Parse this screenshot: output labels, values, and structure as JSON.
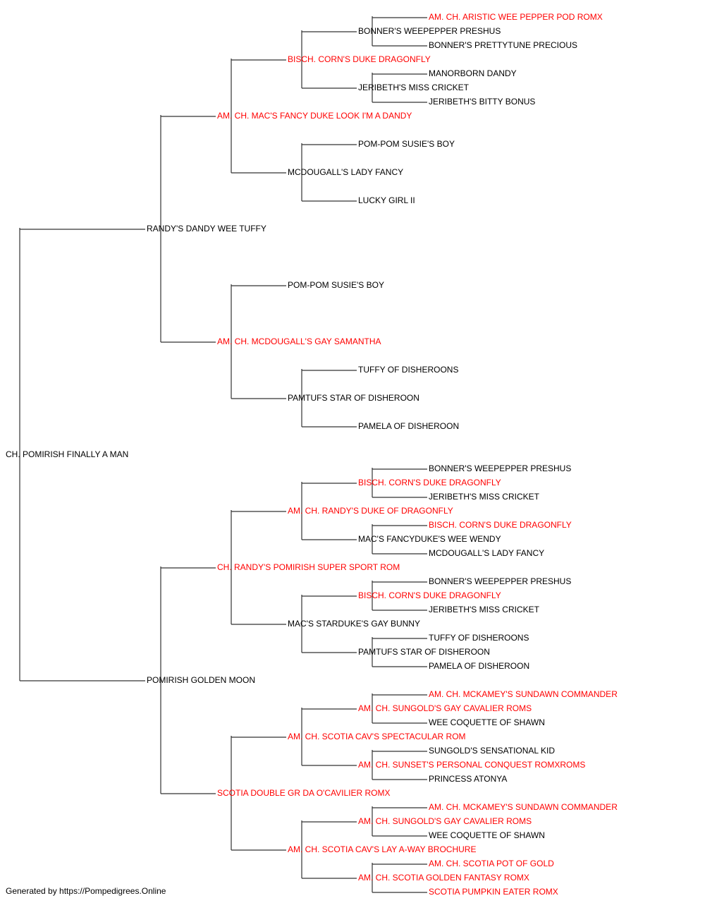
{
  "colors": {
    "champion": "#ff0000",
    "normal": "#000000",
    "line": "#333333"
  },
  "pedigree": {
    "name": "CH. POMIRISH FINALLY A MAN",
    "ch": false,
    "sire": {
      "name": "RANDY'S DANDY WEE TUFFY",
      "ch": false,
      "sire": {
        "name": "AM. CH. MAC'S FANCY DUKE LOOK I'M A DANDY",
        "ch": true,
        "sire": {
          "name": "BISCH. CORN'S DUKE DRAGONFLY",
          "ch": true,
          "sire": {
            "name": "BONNER'S WEEPEPPER PRESHUS",
            "ch": false,
            "sire": {
              "name": "AM. CH. ARISTIC WEE PEPPER POD ROMX",
              "ch": true
            },
            "dam": {
              "name": "BONNER'S PRETTYTUNE PRECIOUS",
              "ch": false
            }
          },
          "dam": {
            "name": "JERIBETH'S MISS CRICKET",
            "ch": false,
            "sire": {
              "name": "MANORBORN DANDY",
              "ch": false
            },
            "dam": {
              "name": "JERIBETH'S BITTY BONUS",
              "ch": false
            }
          }
        },
        "dam": {
          "name": "MCDOUGALL'S LADY FANCY",
          "ch": false,
          "sire": {
            "name": "POM-POM SUSIE'S BOY",
            "ch": false
          },
          "dam": {
            "name": "LUCKY GIRL II",
            "ch": false
          }
        }
      },
      "dam": {
        "name": "AM. CH. MCDOUGALL'S GAY SAMANTHA",
        "ch": true,
        "sire": {
          "name": "POM-POM SUSIE'S BOY",
          "ch": false
        },
        "dam": {
          "name": "PAMTUFS STAR OF DISHEROON",
          "ch": false,
          "sire": {
            "name": "TUFFY OF DISHEROONS",
            "ch": false
          },
          "dam": {
            "name": "PAMELA OF DISHEROON",
            "ch": false
          }
        }
      }
    },
    "dam": {
      "name": "POMIRISH GOLDEN MOON",
      "ch": false,
      "sire": {
        "name": "CH. RANDY'S POMIRISH SUPER SPORT ROM",
        "ch": true,
        "sire": {
          "name": "AM. CH. RANDY'S DUKE OF DRAGONFLY",
          "ch": true,
          "sire": {
            "name": "BISCH. CORN'S DUKE DRAGONFLY",
            "ch": true,
            "sire": {
              "name": "BONNER'S WEEPEPPER PRESHUS",
              "ch": false
            },
            "dam": {
              "name": "JERIBETH'S MISS CRICKET",
              "ch": false
            }
          },
          "dam": {
            "name": "MAC'S FANCYDUKE'S WEE WENDY",
            "ch": false,
            "sire": {
              "name": "BISCH. CORN'S DUKE DRAGONFLY",
              "ch": true
            },
            "dam": {
              "name": "MCDOUGALL'S LADY FANCY",
              "ch": false
            }
          }
        },
        "dam": {
          "name": "MAC'S STARDUKE'S GAY BUNNY",
          "ch": false,
          "sire": {
            "name": "BISCH. CORN'S DUKE DRAGONFLY",
            "ch": true,
            "sire": {
              "name": "BONNER'S WEEPEPPER PRESHUS",
              "ch": false
            },
            "dam": {
              "name": "JERIBETH'S MISS CRICKET",
              "ch": false
            }
          },
          "dam": {
            "name": "PAMTUFS STAR OF DISHEROON",
            "ch": false,
            "sire": {
              "name": "TUFFY OF DISHEROONS",
              "ch": false
            },
            "dam": {
              "name": "PAMELA OF DISHEROON",
              "ch": false
            }
          }
        }
      },
      "dam": {
        "name": "SCOTIA DOUBLE GR DA O'CAVILIER ROMX",
        "ch": true,
        "sire": {
          "name": "AM. CH. SCOTIA CAV'S SPECTACULAR ROM",
          "ch": true,
          "sire": {
            "name": "AM. CH. SUNGOLD'S GAY CAVALIER ROMS",
            "ch": true,
            "sire": {
              "name": "AM. CH. MCKAMEY'S SUNDAWN COMMANDER",
              "ch": true
            },
            "dam": {
              "name": "WEE COQUETTE OF SHAWN",
              "ch": false
            }
          },
          "dam": {
            "name": "AM. CH. SUNSET'S PERSONAL CONQUEST ROMXROMS",
            "ch": true,
            "sire": {
              "name": "SUNGOLD'S SENSATIONAL KID",
              "ch": false
            },
            "dam": {
              "name": "PRINCESS ATONYA",
              "ch": false
            }
          }
        },
        "dam": {
          "name": "AM. CH. SCOTIA CAV'S LAY A-WAY BROCHURE",
          "ch": true,
          "sire": {
            "name": "AM. CH. SUNGOLD'S GAY CAVALIER ROMS",
            "ch": true,
            "sire": {
              "name": "AM. CH. MCKAMEY'S SUNDAWN COMMANDER",
              "ch": true
            },
            "dam": {
              "name": "WEE COQUETTE OF SHAWN",
              "ch": false
            }
          },
          "dam": {
            "name": "AM. CH. SCOTIA GOLDEN FANTASY ROMX",
            "ch": true,
            "sire": {
              "name": "AM. CH. SCOTIA POT OF GOLD",
              "ch": true
            },
            "dam": {
              "name": "SCOTIA PUMPKIN EATER ROMX",
              "ch": true
            }
          }
        }
      }
    }
  },
  "footer": "Generated by https://Pompedigrees.Online"
}
